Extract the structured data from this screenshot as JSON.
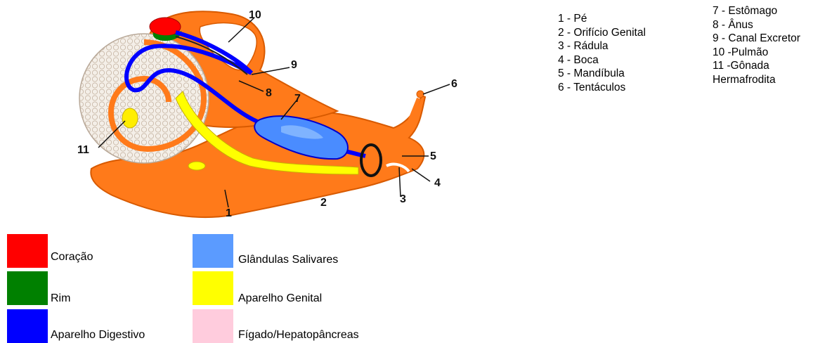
{
  "diagram": {
    "callouts": [
      "1",
      "2",
      "3",
      "4",
      "5",
      "6",
      "7",
      "8",
      "9",
      "10",
      "11"
    ]
  },
  "parts_list": {
    "column_1": [
      "1 - Pé",
      "2 - Orifício Genital",
      "3 - Rádula",
      "4 - Boca",
      "5 - Mandíbula",
      "6 - Tentáculos"
    ],
    "column_2": [
      "7 - Estômago",
      "8 - Ânus",
      "9 - Canal Excretor",
      "10 -Pulmão",
      "11 -Gônada",
      "Hermafrodita"
    ]
  },
  "legend": [
    {
      "label": "Coração",
      "color": "#ff0000"
    },
    {
      "label": "Rim",
      "color": "#008000"
    },
    {
      "label": "Aparelho Digestivo",
      "color": "#0000ff"
    },
    {
      "label": "Glândulas Salivares",
      "color": "#5b9bff"
    },
    {
      "label": "Aparelho Genital",
      "color": "#ffff00"
    },
    {
      "label": "Fígado/Hepatopâncreas",
      "color": "#ffccdd"
    }
  ],
  "colors": {
    "body": "#ff7a1a",
    "body_outline": "#d85a00",
    "shell": "#f2ece4"
  }
}
